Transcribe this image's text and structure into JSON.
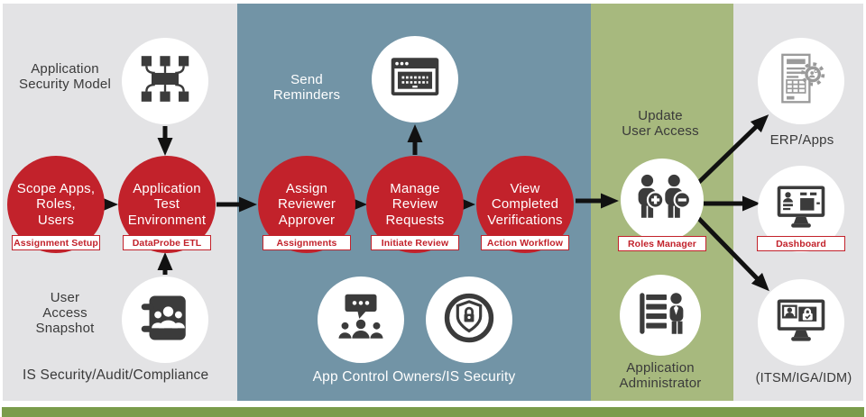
{
  "title": "Application access review workflow diagram",
  "colors": {
    "red": "#c2222b",
    "panel_blue": "#7294a6",
    "panel_green": "#a7b97e",
    "panel_gray": "#e3e3e5",
    "bottom_bar_green": "#7a9c4b",
    "icon_dark": "#3b3b3b",
    "icon_gray": "#9a9a9a",
    "text_dark": "#3a3a3a",
    "arrow_black": "#111111"
  },
  "panels": {
    "left_footer": "IS Security/Audit/Compliance",
    "middle_footer": "App Control Owners/IS Security"
  },
  "steps": [
    {
      "label": "Scope Apps,\nRoles,\nUsers",
      "badge": "Assignment Setup"
    },
    {
      "label": "Application\nTest\nEnvironment",
      "badge": "DataProbe ETL"
    },
    {
      "label": "Assign\nReviewer\nApprover",
      "badge": "Assignments"
    },
    {
      "label": "Manage\nReview\nRequests",
      "badge": "Initiate Review"
    },
    {
      "label": "View\nCompleted\nVerifications",
      "badge": "Action Workflow"
    }
  ],
  "labels": {
    "security_model": "Application\nSecurity Model",
    "user_access_snapshot": "User\nAccess\nSnapshot",
    "send_reminders": "Send\nReminders",
    "update_user_access": "Update\nUser Access",
    "application_administrator": "Application\nAdministrator",
    "erp_apps": "ERP/Apps",
    "itsm_iga_idm": "(ITSM/IGA/IDM)"
  },
  "badges": {
    "roles_manager": "Roles Manager",
    "dashboard": "Dashboard"
  },
  "icons": {
    "security_model": "org-network-diagram-icon",
    "user_access_snapshot": "address-book-users-icon",
    "send_reminders": "browser-window-form-icon",
    "discussion": "group-chat-icon",
    "security": "shield-lock-icon",
    "roles_manager": "add-remove-users-icon",
    "application_administrator": "list-person-icon",
    "erp_apps": "document-gear-icon",
    "dashboard": "monitor-profile-icon",
    "itsm": "monitor-lock-check-icon"
  }
}
